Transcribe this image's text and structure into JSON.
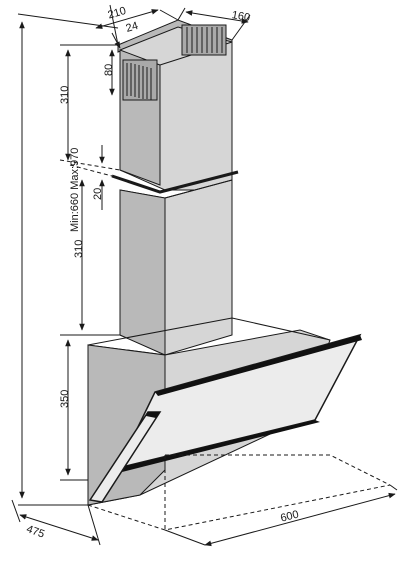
{
  "dimensions": {
    "top_width": "210",
    "top_depth": "160",
    "offset_24": "24",
    "vent_80": "80",
    "upper_chimney": "310",
    "gap_20": "20",
    "lower_chimney": "310",
    "total_height": "Min:660 Max:970",
    "body_height": "350",
    "body_depth": "475",
    "body_width": "600"
  }
}
